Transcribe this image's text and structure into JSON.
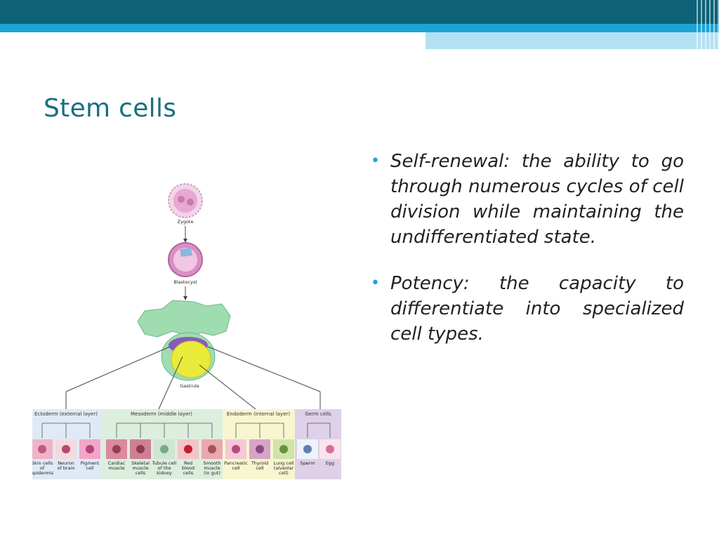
{
  "slide": {
    "title": "Stem cells",
    "bullets": [
      {
        "term": "Self-renewal:",
        "text": " the ability to go through numerous cycles of cell division while maintaining the undifferentiated state."
      },
      {
        "term": "Potency:",
        "text": " the capacity to differentiate into specialized cell types."
      }
    ]
  },
  "figure": {
    "stages": {
      "zygote": "Zygote",
      "blastocyst": "Blastocyst",
      "gastrula": "Gastrula"
    },
    "layers": {
      "ectoderm": "Ectoderm (external layer)",
      "mesoderm": "Mesoderm (middle layer)",
      "endoderm": "Endoderm (internal layer)",
      "germ": "Germ cells"
    },
    "cells": [
      {
        "l1": "Skin cells",
        "l2": "of",
        "l3": "epidermis"
      },
      {
        "l1": "Neuron",
        "l2": "of brain",
        "l3": ""
      },
      {
        "l1": "Pigment",
        "l2": "cell",
        "l3": ""
      },
      {
        "l1": "Cardiac",
        "l2": "muscle",
        "l3": ""
      },
      {
        "l1": "Skeletal",
        "l2": "muscle",
        "l3": "cells"
      },
      {
        "l1": "Tubule cell",
        "l2": "of the",
        "l3": "kidney"
      },
      {
        "l1": "Red",
        "l2": "blood",
        "l3": "cells"
      },
      {
        "l1": "Smooth",
        "l2": "muscle",
        "l3": "(in gut)"
      },
      {
        "l1": "Pancreatic",
        "l2": "cell",
        "l3": ""
      },
      {
        "l1": "Thyroid",
        "l2": "cell",
        "l3": ""
      },
      {
        "l1": "Lung cell",
        "l2": "(alveolar",
        "l3": "cell)"
      },
      {
        "l1": "Sperm",
        "l2": "",
        "l3": ""
      },
      {
        "l1": "Egg",
        "l2": "",
        "l3": ""
      }
    ]
  },
  "colors": {
    "header_dark": "#0e6278",
    "header_mid": "#1ca3d6",
    "header_light": "#b3e1f3",
    "title": "#186e80",
    "bullet": "#1ca3d6"
  }
}
